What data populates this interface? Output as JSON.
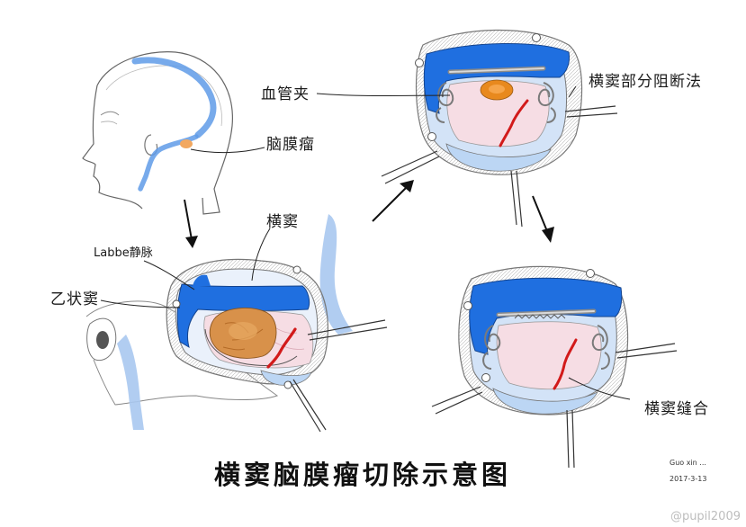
{
  "title": "横窦脑膜瘤切除示意图",
  "labels": {
    "meningioma": "脑膜瘤",
    "labbe_vein": "Labbe静脉",
    "transverse_sinus": "横窦",
    "sigmoid_sinus": "乙状窦",
    "vessel_clamp": "血管夹",
    "partial_block": "横窦部分阻断法",
    "sinus_suture": "横窦缝合"
  },
  "signature": {
    "name": "Guo xin ...",
    "date": "2017-3-13"
  },
  "watermark": "@pupil2009",
  "colors": {
    "sinus_blue": "#1f6fe0",
    "light_blue": "#bcd6f4",
    "tumor_orange": "#e8891e",
    "incision_red": "#d21a1a",
    "brain_pink": "#f6dde4"
  }
}
